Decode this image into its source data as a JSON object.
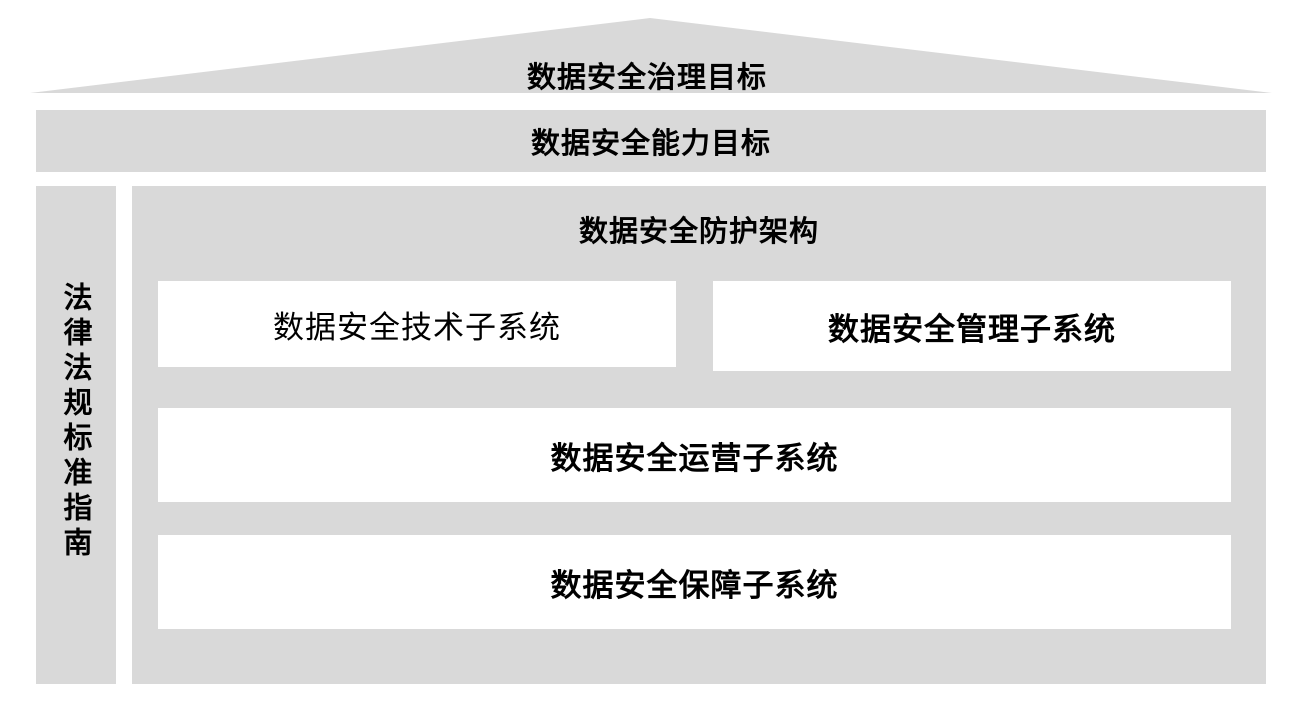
{
  "diagram": {
    "goal": "数据安全治理目标",
    "capability": "数据安全能力目标",
    "side_pillar": "法律法规标准指南",
    "architecture": "数据安全防护架构",
    "tech_subsystem": "数据安全技术子系统",
    "mgmt_subsystem": "数据安全管理子系统",
    "ops_subsystem": "数据安全运营子系统",
    "guarantee_subsystem": "数据安全保障子系统"
  },
  "colors": {
    "panel": "#d9d9d9",
    "box": "#ffffff",
    "text": "#000000"
  }
}
